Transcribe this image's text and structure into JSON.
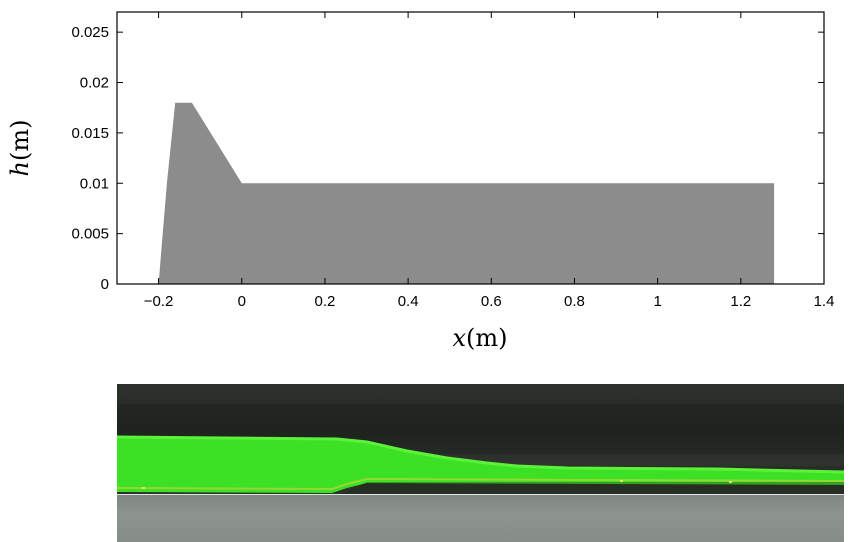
{
  "chart_data": {
    "type": "area",
    "title": "",
    "xlabel_symbol": "x",
    "xlabel_unit": "(m)",
    "ylabel_symbol": "h",
    "ylabel_unit": "(m)",
    "xlim": [
      -0.3,
      1.4
    ],
    "ylim": [
      0,
      0.027
    ],
    "x_ticks": [
      -0.2,
      0,
      0.2,
      0.4,
      0.6,
      0.8,
      1,
      1.2,
      1.4
    ],
    "x_tick_labels": [
      "−0.2",
      "0",
      "0.2",
      "0.4",
      "0.6",
      "0.8",
      "1",
      "1.2",
      "1.4"
    ],
    "y_ticks": [
      0,
      0.005,
      0.01,
      0.015,
      0.02,
      0.025
    ],
    "y_tick_labels": [
      "0",
      "0.005",
      "0.01",
      "0.015",
      "0.02",
      "0.025"
    ],
    "grid": false,
    "fill_color": "#8c8c8c",
    "series": [
      {
        "x": [
          -0.2,
          -0.19,
          -0.18,
          -0.16,
          -0.12,
          0.0,
          1.28,
          1.28
        ],
        "y": [
          0.0,
          0.005,
          0.01,
          0.018,
          0.018,
          0.01,
          0.01,
          0.0
        ]
      }
    ]
  },
  "photo": {
    "water_color": "#3ce024",
    "water_highlight": "#5cf23a",
    "floor_color": "#8a918c"
  }
}
